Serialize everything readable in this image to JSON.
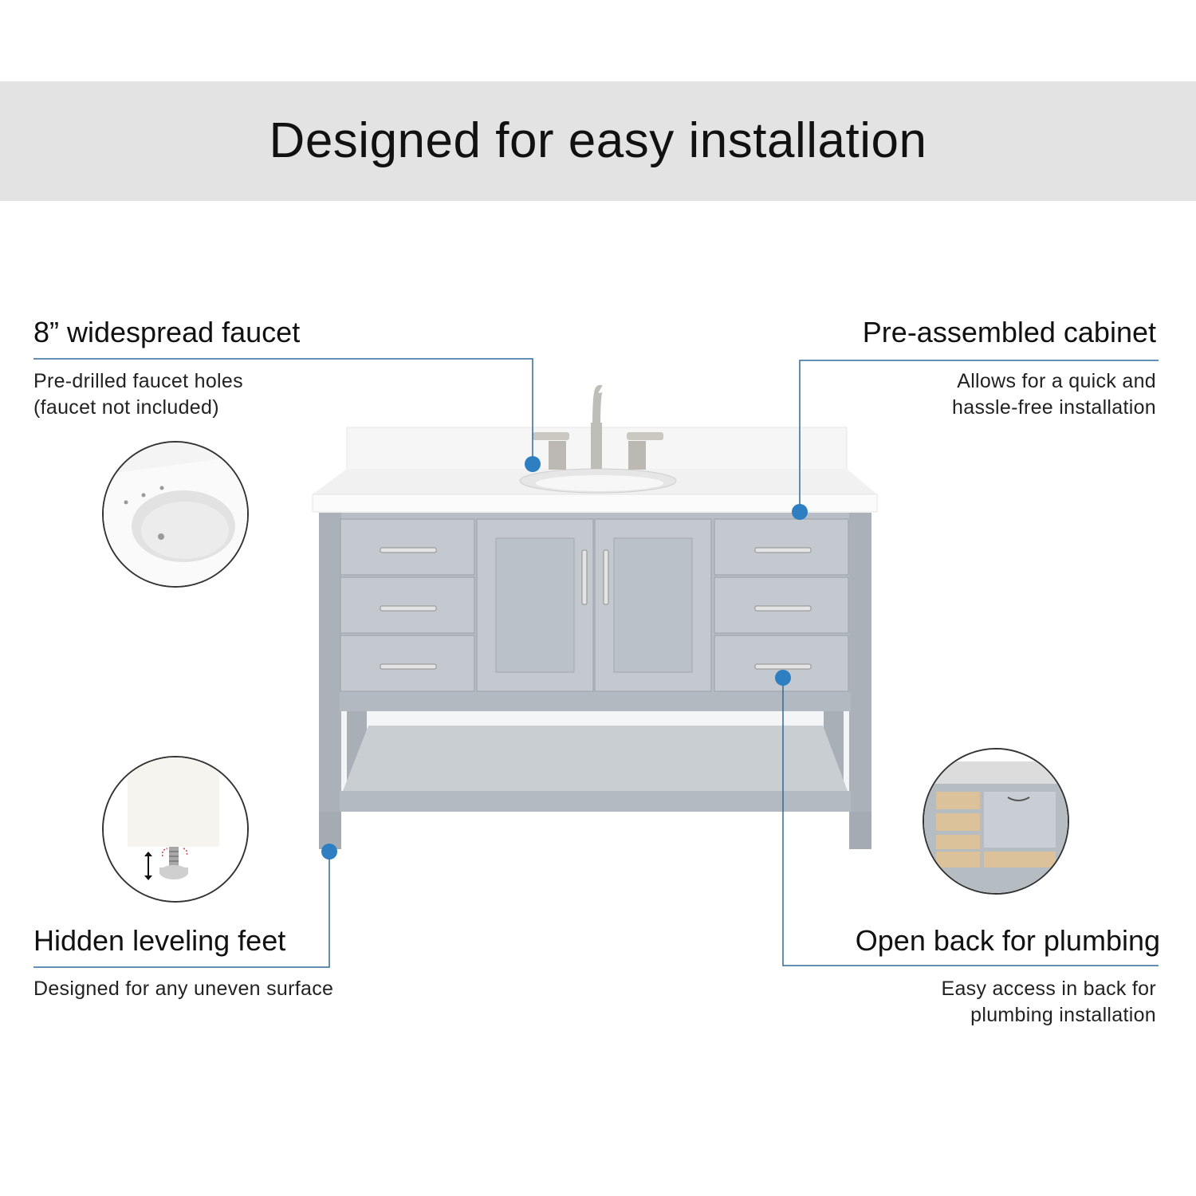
{
  "header": {
    "title": "Designed for easy installation"
  },
  "features": {
    "faucet": {
      "title": "8” widespread faucet",
      "line1": "Pre-drilled faucet holes",
      "line2": "(faucet not included)"
    },
    "cabinet": {
      "title": "Pre-assembled cabinet",
      "line1": "Allows for  a quick and",
      "line2": "hassle-free installation"
    },
    "feet": {
      "title": "Hidden leveling feet",
      "line1": "Designed for any uneven surface"
    },
    "plumbing": {
      "title": "Open back for plumbing",
      "line1": "Easy access in back for",
      "line2": "plumbing installation"
    }
  },
  "colors": {
    "banner": "#e3e3e3",
    "callout_line": "#2f6a9a",
    "dot": "#2d7fc1",
    "cabinet": "#b7bec5"
  }
}
